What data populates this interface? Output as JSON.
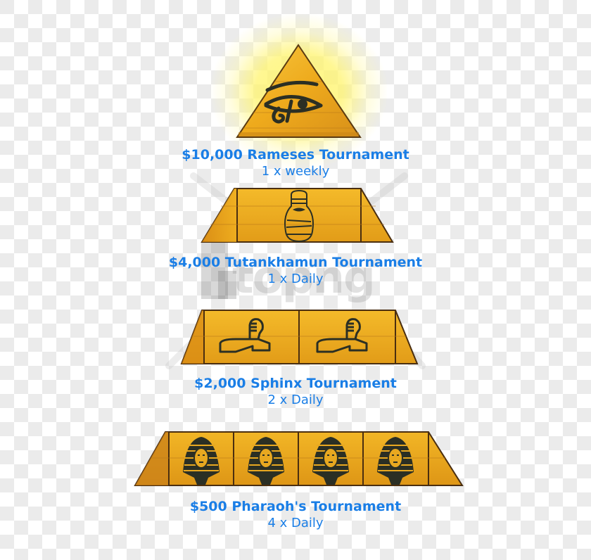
{
  "watermark": {
    "text": "topng"
  },
  "colors": {
    "caption_blue": "#1a7ee6",
    "stone_gold": "#f0b21c",
    "stone_dark": "#c07a12",
    "outline": "#4a2e10",
    "icon_dark": "#2b2f24",
    "glow": "#fff36e"
  },
  "tiers": [
    {
      "level": 1,
      "title": "$10,000 Rameses Tournament",
      "frequency": "1 x weekly",
      "icon": "eye-of-horus-icon",
      "icon_count": 1
    },
    {
      "level": 2,
      "title": "$4,000 Tutankhamun Tournament",
      "frequency": "1 x Daily",
      "icon": "mummy-sarcophagus-icon",
      "icon_count": 1
    },
    {
      "level": 3,
      "title": "$2,000 Sphinx Tournament",
      "frequency": "2 x Daily",
      "icon": "sphinx-icon",
      "icon_count": 2
    },
    {
      "level": 4,
      "title": "$500 Pharaoh's Tournament",
      "frequency": "4 x Daily",
      "icon": "pharaoh-head-icon",
      "icon_count": 4
    }
  ]
}
